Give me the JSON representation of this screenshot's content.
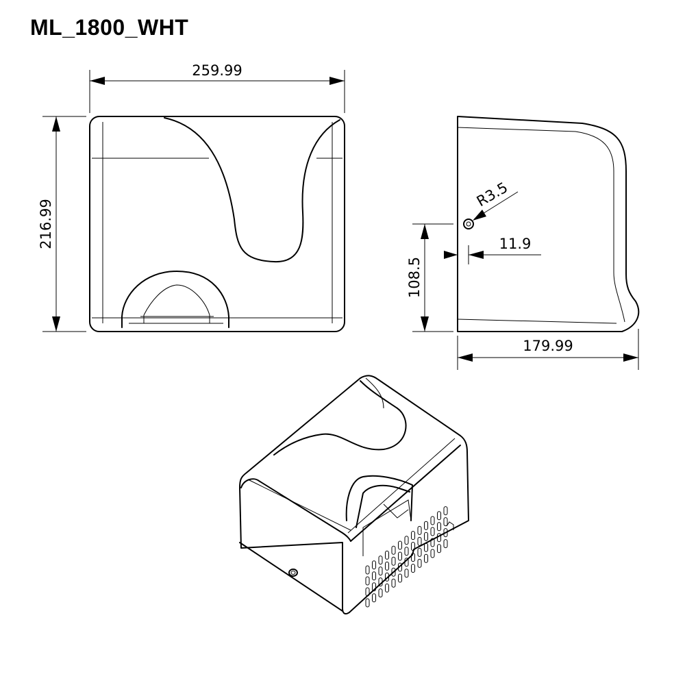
{
  "title": "ML_1800_WHT",
  "dimensions": {
    "width": "259.99",
    "height": "216.99",
    "depth": "179.99",
    "mount_height": "108.5",
    "mount_offset": "11.9",
    "hole_radius": "R3.5"
  },
  "colors": {
    "line": "#000000",
    "background": "#ffffff"
  }
}
